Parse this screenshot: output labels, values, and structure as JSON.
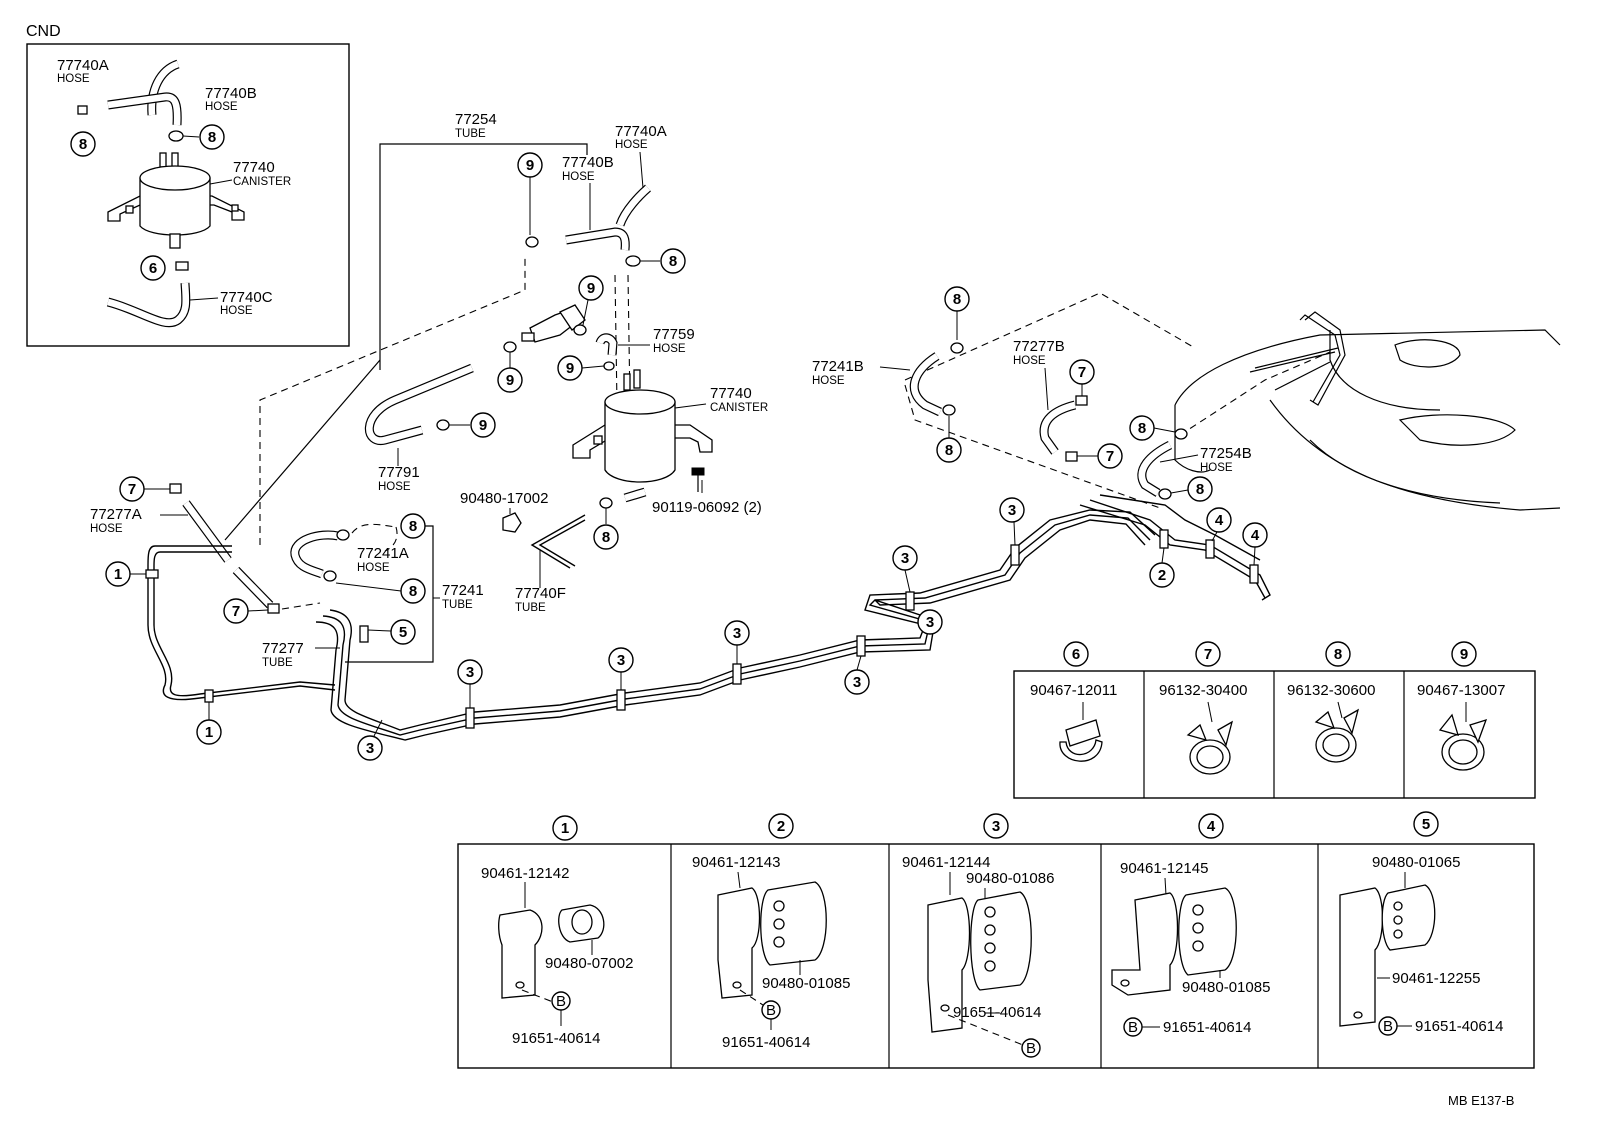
{
  "diagram": {
    "inset": {
      "label": "CND",
      "parts": [
        {
          "pn": "77740A",
          "desc": "HOSE"
        },
        {
          "pn": "77740B",
          "desc": "HOSE"
        },
        {
          "pn": "77740",
          "desc": "CANISTER"
        },
        {
          "pn": "77740C",
          "desc": "HOSE"
        }
      ],
      "callouts": [
        "8",
        "8",
        "6"
      ]
    },
    "main_labels": [
      {
        "pn": "77254",
        "desc": "TUBE"
      },
      {
        "pn": "77740A",
        "desc": "HOSE"
      },
      {
        "pn": "77740B",
        "desc": "HOSE"
      },
      {
        "pn": "77759",
        "desc": "HOSE"
      },
      {
        "pn": "77740",
        "desc": "CANISTER"
      },
      {
        "pn": "77791",
        "desc": "HOSE"
      },
      {
        "pn": "90480-17002",
        "desc": ""
      },
      {
        "pn": "90119-06092 (2)",
        "desc": ""
      },
      {
        "pn": "77740F",
        "desc": "TUBE"
      },
      {
        "pn": "77277A",
        "desc": "HOSE"
      },
      {
        "pn": "77241A",
        "desc": "HOSE"
      },
      {
        "pn": "77241",
        "desc": "TUBE"
      },
      {
        "pn": "77277",
        "desc": "TUBE"
      },
      {
        "pn": "77241B",
        "desc": "HOSE"
      },
      {
        "pn": "77277B",
        "desc": "HOSE"
      },
      {
        "pn": "77254B",
        "desc": "HOSE"
      }
    ],
    "clip_table": [
      {
        "num": "6",
        "pn": "90467-12011"
      },
      {
        "num": "7",
        "pn": "96132-30400"
      },
      {
        "num": "8",
        "pn": "96132-30600"
      },
      {
        "num": "9",
        "pn": "90467-13007"
      }
    ],
    "clamp_table": [
      {
        "num": "1",
        "clamp": "90461-12142",
        "cushion": "90480-07002",
        "bolt": "91651-40614",
        "bolt_mark": "B"
      },
      {
        "num": "2",
        "clamp": "90461-12143",
        "cushion": "90480-01085",
        "bolt": "91651-40614",
        "bolt_mark": "B"
      },
      {
        "num": "3",
        "clamp": "90461-12144",
        "cushion": "90480-01086",
        "bolt": "91651-40614",
        "bolt_mark": "B"
      },
      {
        "num": "4",
        "clamp": "90461-12145",
        "cushion": "90480-01085",
        "bolt": "91651-40614",
        "bolt_mark": "B"
      },
      {
        "num": "5",
        "clamp": "90461-12255",
        "cushion": "90480-01065",
        "bolt": "91651-40614",
        "bolt_mark": "B"
      }
    ],
    "footer_code": "MB  E137-B"
  }
}
